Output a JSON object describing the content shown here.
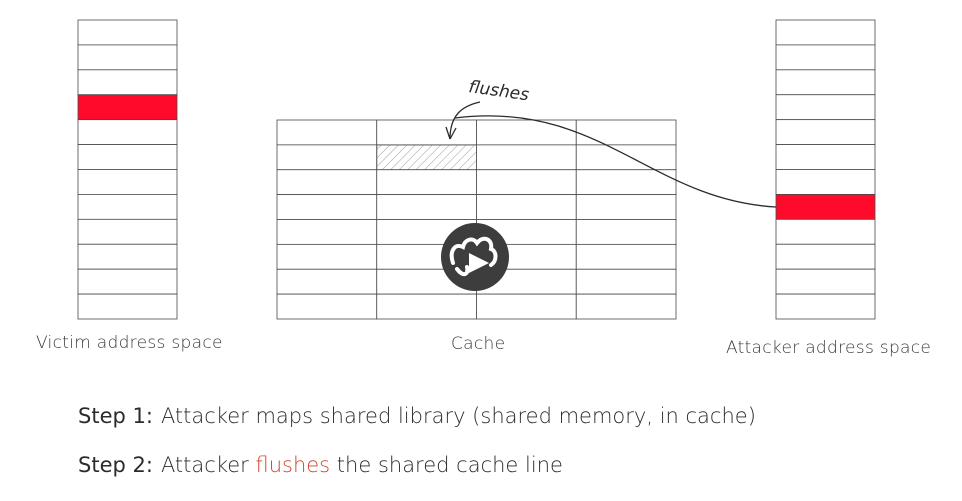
{
  "diagram": {
    "victim": {
      "label": "Victim address space",
      "rows": 12,
      "highlight_row": 3
    },
    "cache": {
      "label": "Cache",
      "rows": 8,
      "cols": 4,
      "hatched_cell": {
        "row": 1,
        "col": 1
      }
    },
    "attacker": {
      "label": "Attacker address space",
      "rows": 12,
      "highlight_row": 7
    },
    "arrow": {
      "label": "flushes"
    },
    "colors": {
      "highlight": "#ff0a2a",
      "grid": "#4a4a4a",
      "hatch": "#9a9a9a",
      "accent": "#d5432b",
      "icon": "#3d3d3d"
    },
    "icon": "play-overlay-icon"
  },
  "steps": [
    {
      "label": "Step 1:",
      "before": "Attacker maps shared library (shared memory, in cache)",
      "highlight": "",
      "after": ""
    },
    {
      "label": "Step 2:",
      "before": "Attacker ",
      "highlight": "flushes",
      "after": " the shared cache line"
    }
  ]
}
